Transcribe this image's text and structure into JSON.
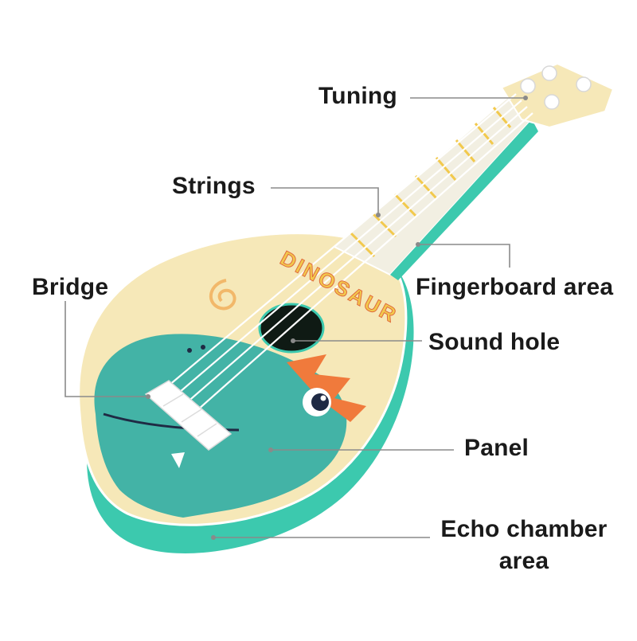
{
  "labels": {
    "tuning": "Tuning",
    "strings": "Strings",
    "bridge": "Bridge",
    "fingerboard": "Fingerboard area",
    "sound_hole": "Sound hole",
    "panel": "Panel",
    "echo_chamber": "Echo chamber area"
  },
  "decal_text": "DINOSAUR",
  "colors": {
    "panel_cream": "#f6e8b8",
    "body_teal": "#3cc9ae",
    "dino_teal": "#43b3a6",
    "fret_yellow": "#f2c94c",
    "spike_orange": "#f07a3c",
    "leader_line": "#8a8a8a"
  }
}
